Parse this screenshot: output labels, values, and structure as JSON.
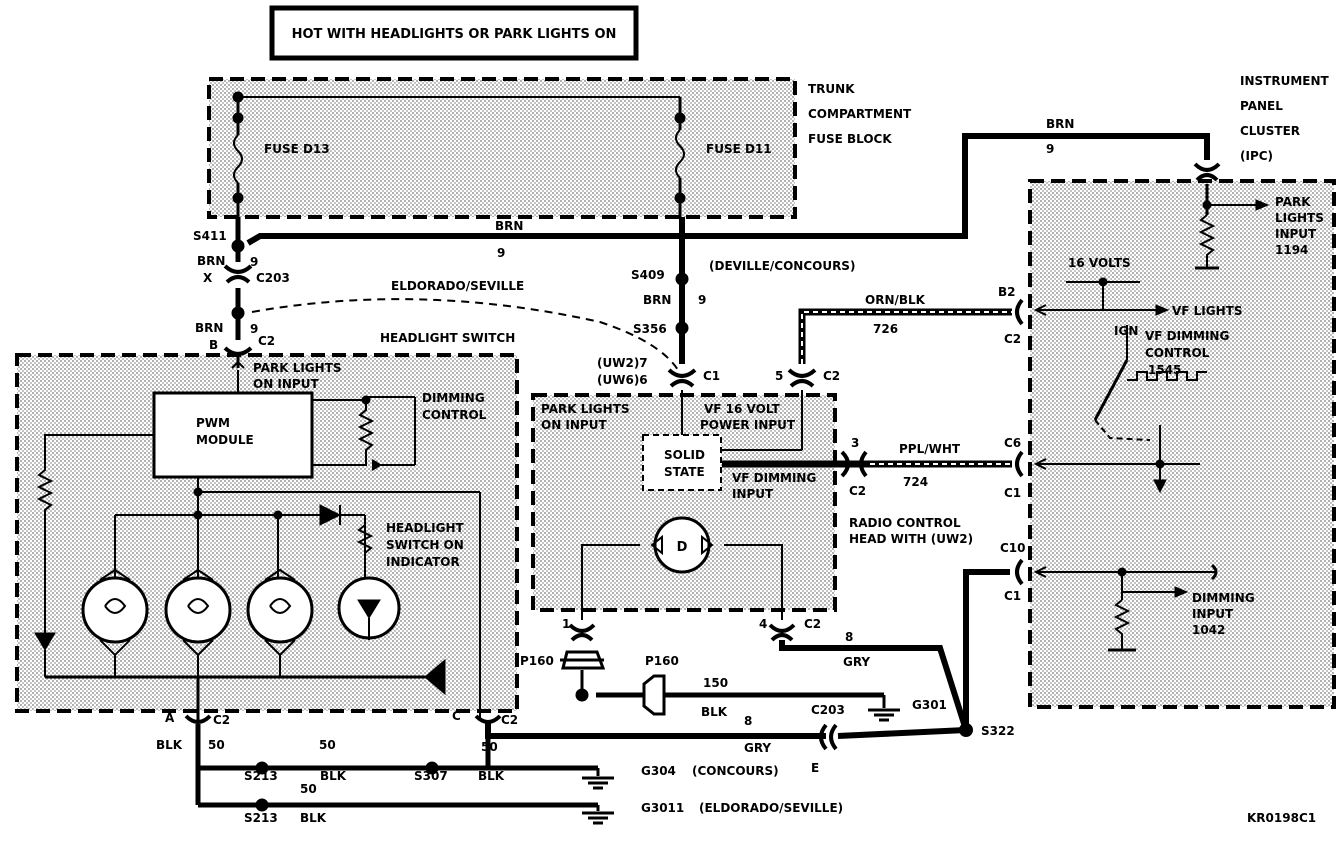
{
  "hot_banner": "HOT WITH HEADLIGHTS OR PARK LIGHTS ON",
  "figure_id": "KR0198C1",
  "trunk_fuse_block": {
    "title_line1": "TRUNK",
    "title_line2": "COMPARTMENT",
    "title_line3": "FUSE BLOCK",
    "fuse_left": "FUSE D13",
    "fuse_right": "FUSE D11"
  },
  "ipc": {
    "title_line1": "INSTRUMENT",
    "title_line2": "PANEL",
    "title_line3": "CLUSTER",
    "title_line4": "(IPC)",
    "park_lights_input_1": "PARK",
    "park_lights_input_2": "LIGHTS",
    "park_lights_input_3": "INPUT",
    "park_lights_input_4": "1194",
    "sixteen_volts": "16 VOLTS",
    "vf_lights": "VF LIGHTS",
    "ign": "IGN",
    "vf_dimming_1": "VF DIMMING",
    "vf_dimming_2": "CONTROL",
    "vf_dimming_3": "1545",
    "dimming_input_1": "DIMMING",
    "dimming_input_2": "INPUT",
    "dimming_input_3": "1042",
    "conn_b2": "B2",
    "conn_c2": "C2",
    "conn_c6": "C6",
    "conn_c1a": "C1",
    "conn_c10": "C10",
    "conn_c1b": "C1"
  },
  "headlight_switch": {
    "title": "HEADLIGHT SWITCH",
    "park_lights_1": "PARK LIGHTS",
    "park_lights_2": "ON INPUT",
    "pwm_1": "PWM",
    "pwm_2": "MODULE",
    "dimming_1": "DIMMING",
    "dimming_2": "CONTROL",
    "indicator_1": "HEADLIGHT",
    "indicator_2": "SWITCH ON",
    "indicator_3": "INDICATOR"
  },
  "radio": {
    "park_lights_1": "PARK LIGHTS",
    "park_lights_2": "ON INPUT",
    "vf16_1": "VF 16 VOLT",
    "vf16_2": "POWER INPUT",
    "solid_1": "SOLID",
    "solid_2": "STATE",
    "vf_dim_1": "VF DIMMING",
    "vf_dim_2": "INPUT",
    "desc_1": "RADIO CONTROL",
    "desc_2": "HEAD WITH (UW2)",
    "uw2": "(UW2)7",
    "uw6": "(UW6)6",
    "c1": "C1",
    "c2a": "C2",
    "c2b": "C2",
    "c2c": "C2",
    "pin5": "5",
    "pin3": "3",
    "pin4": "4",
    "pin1": "1",
    "d_mark": "D"
  },
  "wires": {
    "brn": "BRN",
    "brn_9": "9",
    "orn_blk": "ORN/BLK",
    "w726": "726",
    "ppl_wht": "PPL/WHT",
    "w724": "724",
    "gry": "GRY",
    "gry_8": "8",
    "blk": "BLK",
    "w150": "150",
    "w50": "50"
  },
  "splices": {
    "s411": "S411",
    "brn_x": "BRN",
    "x": "X",
    "c203": "C203",
    "nine": "9",
    "brn_b": "BRN",
    "b": "B",
    "c2": "C2",
    "eldorado": "ELDORADO/SEVILLE",
    "deville": "(DEVILLE/CONCOURS)",
    "s409": "S409",
    "s356": "S356",
    "s322": "S322",
    "s213a": "S213",
    "s213b": "S213",
    "s307": "S307",
    "g301": "G301",
    "g304": "G304",
    "concours": "(CONCOURS)",
    "g3011": "G3011",
    "eldorado2": "(ELDORADO/SEVILLE)",
    "p160a": "P160",
    "p160b": "P160",
    "c203b": "C203",
    "e": "E",
    "a": "A",
    "c": "C",
    "c2a": "C2",
    "c2b": "C2"
  }
}
